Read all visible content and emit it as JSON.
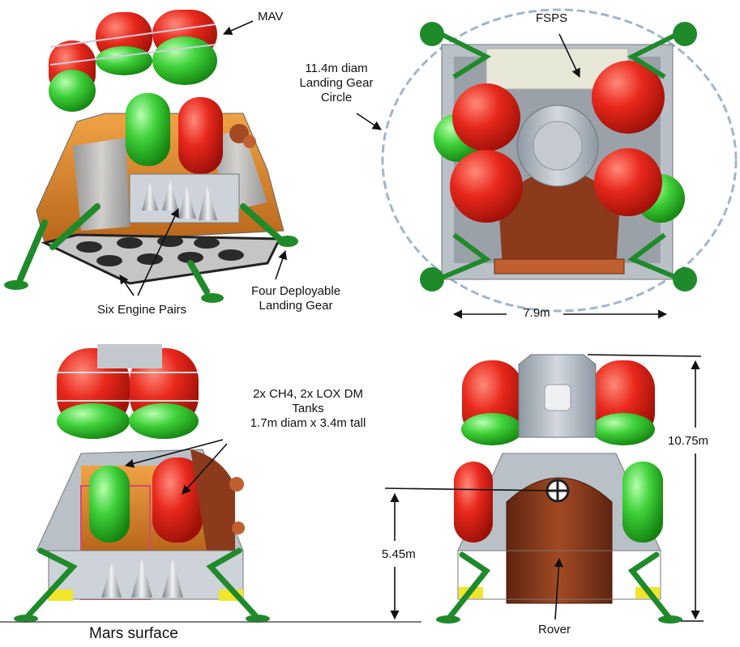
{
  "labels": {
    "mav": "MAV",
    "fsps": "FSPS",
    "landing_circle": [
      "11.4m diam",
      "Landing Gear",
      "Circle"
    ],
    "width_dim": "7.9m",
    "engines": "Six Engine Pairs",
    "landing_gear": [
      "Four Deployable",
      "Landing Gear"
    ],
    "tanks": [
      "2x CH4, 2x LOX DM",
      "Tanks",
      "1.7m diam x 3.4m tall"
    ],
    "height_total": "10.75m",
    "height_deck": "5.45m",
    "surface": "Mars surface",
    "rover": "Rover"
  },
  "colors": {
    "tank_red": "#e8281c",
    "tank_green": "#3fd13a",
    "structure_gray": "#b9c0c8",
    "deck_orange": "#d9852a",
    "rover_brown": "#8b3a1c",
    "gear_green": "#1f8a2a"
  }
}
